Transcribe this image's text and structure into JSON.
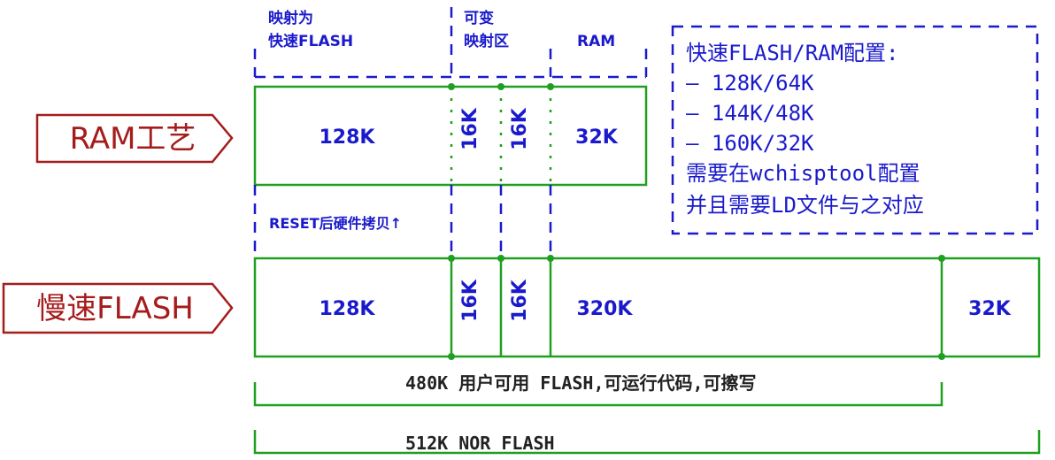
{
  "colors": {
    "green": "#20a020",
    "blue": "#1a1acc",
    "red": "#a51c1c",
    "bg": "#ffffff"
  },
  "header": {
    "mapped_fast_flash_line1": "映射为",
    "mapped_fast_flash_line2": "快速FLASH",
    "variable_map_line1": "可变",
    "variable_map_line2": "映射区",
    "ram": "RAM"
  },
  "row_labels": {
    "ram_process": "RAM工艺",
    "slow_flash": "慢速FLASH"
  },
  "ram_row": {
    "cells": [
      "128K",
      "16K",
      "16K",
      "32K"
    ]
  },
  "reset_note": "RESET后硬件拷贝↑",
  "flash_row": {
    "cells": [
      "128K",
      "16K",
      "16K",
      "320K",
      "32K"
    ]
  },
  "config_box": {
    "title": "快速FLASH/RAM配置:",
    "options": [
      "– 128K/64K",
      "– 144K/48K",
      "– 160K/32K"
    ],
    "note_line1": "需要在wchisptool配置",
    "note_line2": "并且需要LD文件与之对应"
  },
  "brackets": {
    "user_flash": "480K 用户可用 FLASH,可运行代码,可擦写",
    "total_flash": "512K NOR FLASH"
  }
}
